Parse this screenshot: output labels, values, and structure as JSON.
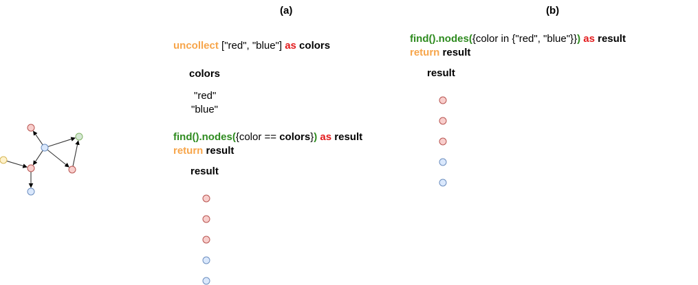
{
  "colors": {
    "keyword_orange": "#f7a54a",
    "keyword_red": "#e31a1c",
    "function_green": "#2e8b1f",
    "node_red_fill": "#f8cecc",
    "node_red_stroke": "#b85450",
    "node_blue_fill": "#dae8fc",
    "node_blue_stroke": "#6c8ebf",
    "node_green_fill": "#d5e8d4",
    "node_green_stroke": "#82b366",
    "node_yellow_fill": "#fff2cc",
    "node_yellow_stroke": "#d6b656"
  },
  "graph": {
    "nodes": [
      {
        "id": "n_top_red",
        "color": "red"
      },
      {
        "id": "n_green",
        "color": "green"
      },
      {
        "id": "n_center_blue",
        "color": "blue"
      },
      {
        "id": "n_yellow",
        "color": "yellow"
      },
      {
        "id": "n_left_red",
        "color": "red"
      },
      {
        "id": "n_right_red",
        "color": "red"
      },
      {
        "id": "n_bottom_blue",
        "color": "blue"
      }
    ],
    "edges": [
      {
        "from": "n_center_blue",
        "to": "n_top_red"
      },
      {
        "from": "n_center_blue",
        "to": "n_green"
      },
      {
        "from": "n_right_red",
        "to": "n_green"
      },
      {
        "from": "n_center_blue",
        "to": "n_right_red"
      },
      {
        "from": "n_center_blue",
        "to": "n_left_red"
      },
      {
        "from": "n_yellow",
        "to": "n_left_red"
      },
      {
        "from": "n_left_red",
        "to": "n_bottom_blue"
      }
    ]
  },
  "panel_a": {
    "title": "(a)",
    "query1": {
      "kw_uncollect": "uncollect",
      "list": " [\"red\", \"blue\"] ",
      "kw_as": "as",
      "var": " colors"
    },
    "table1": {
      "header": "colors",
      "values": [
        "\"red\"",
        "\"blue\""
      ]
    },
    "query2": {
      "fn_open": "find().nodes(",
      "arg_pre": "{color == ",
      "arg_var": "colors",
      "arg_post": "}",
      "fn_close": ")",
      "kw_as": " as",
      "var": " result",
      "kw_return": "return",
      "ret_var": " result"
    },
    "table2": {
      "header": "result",
      "nodes": [
        "red",
        "red",
        "red",
        "blue",
        "blue"
      ]
    }
  },
  "panel_b": {
    "title": "(b)",
    "query": {
      "fn_open": "find().nodes(",
      "arg": "{color in {\"red\", \"blue\"}",
      "arg_post": "}",
      "fn_close": ")",
      "kw_as": " as",
      "var": " result",
      "kw_return": "return",
      "ret_var": " result"
    },
    "table": {
      "header": "result",
      "nodes": [
        "red",
        "red",
        "red",
        "blue",
        "blue"
      ]
    }
  }
}
